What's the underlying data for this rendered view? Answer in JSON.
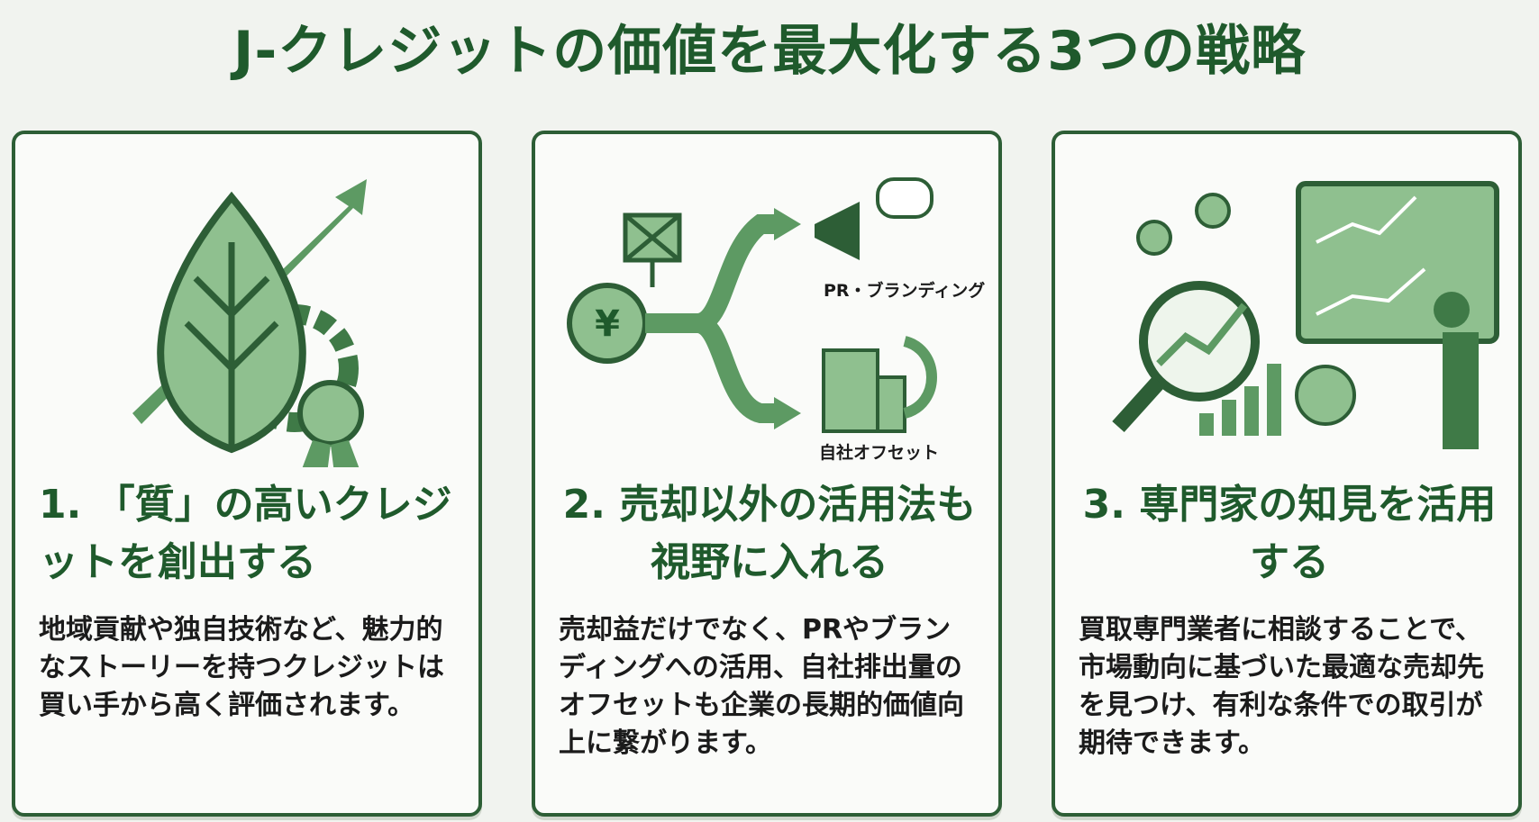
{
  "title": "J-クレジットの価値を最大化する3つの戦略",
  "cards": [
    {
      "heading": "1. 「質」の高いクレジットを創出する",
      "body": "地域貢献や独自技術など、魅力的なストーリーを持つクレジットは買い手から高く評価されます。",
      "icon": "leaf-gear-award-icon"
    },
    {
      "heading": "2. 売却以外の活用法も視野に入れる",
      "body": "売却益だけでなく、PRやブランディングへの活用、自社排出量のオフセットも企業の長期的価値向上に繋がります。",
      "icon": "yen-branch-icon",
      "labels": {
        "pr": "PR・ブランディング",
        "offset": "自社オフセット"
      }
    },
    {
      "heading": "3. 専門家の知見を活用する",
      "body": "買取専門業者に相談することで、市場動向に基づいた最適な売却先を見つけ、有利な条件での取引が期待できます。",
      "icon": "expert-analysis-icon"
    }
  ],
  "colors": {
    "primary": "#1f5a2c",
    "accent": "#5d9a63",
    "light": "#8fc08f"
  }
}
